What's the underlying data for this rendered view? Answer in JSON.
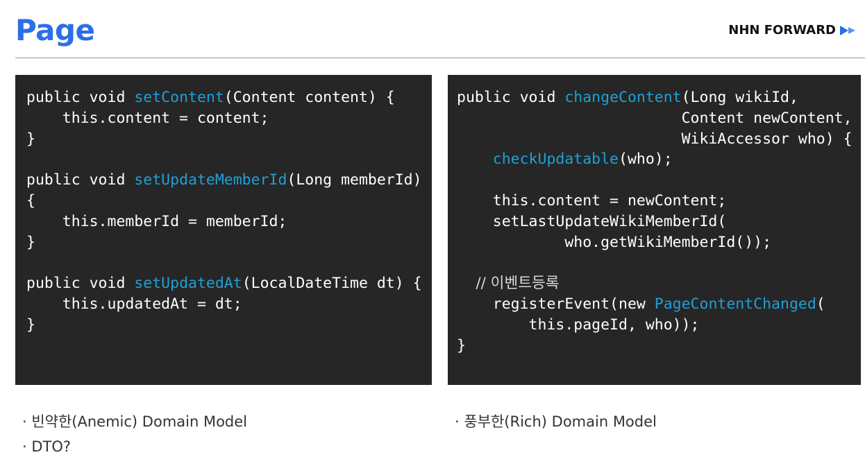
{
  "header": {
    "title": "Page",
    "brand": "NHN FORWARD"
  },
  "colors": {
    "title": "#2c6ee6",
    "code_bg": "#262626",
    "code_text": "#ffffff",
    "code_method": "#1ea0d8",
    "brand_arrow": "#2c6ee6"
  },
  "icons": {
    "brand_arrows": "double-play-arrow-icon"
  },
  "left_code": {
    "lines": [
      {
        "pre": "public void ",
        "fn": "setContent",
        "post": "(Content content) {"
      },
      {
        "pre": "    this.content = content;",
        "fn": "",
        "post": ""
      },
      {
        "pre": "}",
        "fn": "",
        "post": ""
      },
      {
        "pre": "",
        "fn": "",
        "post": ""
      },
      {
        "pre": "public void ",
        "fn": "setUpdateMemberId",
        "post": "(Long memberId)"
      },
      {
        "pre": "{",
        "fn": "",
        "post": ""
      },
      {
        "pre": "    this.memberId = memberId;",
        "fn": "",
        "post": ""
      },
      {
        "pre": "}",
        "fn": "",
        "post": ""
      },
      {
        "pre": "",
        "fn": "",
        "post": ""
      },
      {
        "pre": "public void ",
        "fn": "setUpdatedAt",
        "post": "(LocalDateTime dt) {"
      },
      {
        "pre": "    this.updatedAt = dt;",
        "fn": "",
        "post": ""
      },
      {
        "pre": "}",
        "fn": "",
        "post": ""
      }
    ]
  },
  "right_code": {
    "lines": [
      {
        "pre": "public void ",
        "fn": "changeContent",
        "post": "(Long wikiId,"
      },
      {
        "pre": "                         Content newContent,",
        "fn": "",
        "post": ""
      },
      {
        "pre": "                         WikiAccessor who) {",
        "fn": "",
        "post": ""
      },
      {
        "pre": "    ",
        "fn": "checkUpdatable",
        "post": "(who);"
      },
      {
        "pre": "",
        "fn": "",
        "post": ""
      },
      {
        "pre": "    this.content = newContent;",
        "fn": "",
        "post": ""
      },
      {
        "pre": "    setLastUpdateWikiMemberId(",
        "fn": "",
        "post": ""
      },
      {
        "pre": "            who.getWikiMemberId());",
        "fn": "",
        "post": ""
      },
      {
        "pre": "",
        "fn": "",
        "post": ""
      },
      {
        "pre": "    // 이벤트등록",
        "fn": "",
        "post": "",
        "comment": true
      },
      {
        "pre": "    registerEvent(new ",
        "fn": "PageContentChanged",
        "post": "("
      },
      {
        "pre": "        this.pageId, who));",
        "fn": "",
        "post": ""
      },
      {
        "pre": "}",
        "fn": "",
        "post": ""
      }
    ]
  },
  "captions": {
    "left_1": "· 빈약한(Anemic) Domain Model",
    "left_2": "· DTO?",
    "right_1": "· 풍부한(Rich) Domain Model"
  }
}
